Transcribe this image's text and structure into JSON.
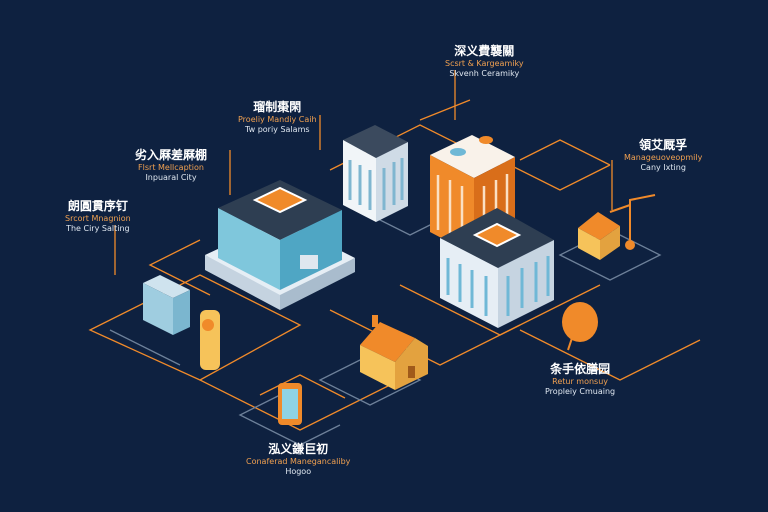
{
  "colors": {
    "background": "#0e2140",
    "accent": "#f08a2a",
    "glass": "#8fd3e4",
    "roof": "#2e3e52"
  },
  "labels": [
    {
      "title": "深义費襲關",
      "line1": "Scsrt & Kargeamiky",
      "line2": "Skvenh Ceramiky"
    },
    {
      "title": "瑠制棗閑",
      "line1": "Proeliy Mandiy Caih",
      "line2": "Tw poriy Salams"
    },
    {
      "title": "劣入厤差厤棚",
      "line1": "Flsrt Mellcaption",
      "line2": "Inpuaral City"
    },
    {
      "title": "朗圓貫序钉",
      "line1": "Srcort Mnagnion",
      "line2": "The Ciry Salting"
    },
    {
      "title": "領艾厩孚",
      "line1": "Manageuoveopmily",
      "line2": "Cany Ixting"
    },
    {
      "title": "条手依膳园",
      "line1": "Retur monsuy",
      "line2": "Propleiy Cmuaing"
    },
    {
      "title": "泓义鎌巨初",
      "line1": "Conaferad Manegancaliby",
      "line2": "Hogoo"
    }
  ]
}
